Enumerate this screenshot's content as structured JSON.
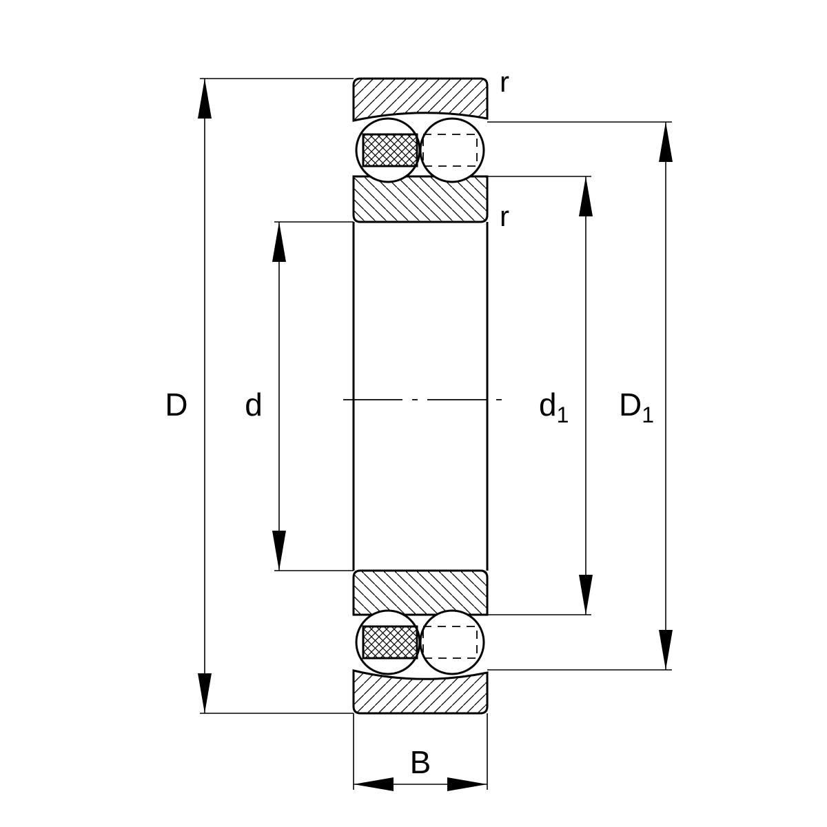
{
  "diagram": {
    "type": "self-aligning ball bearing cross-section",
    "line_color": "#000000",
    "background": "#ffffff"
  },
  "labels": {
    "D": "D",
    "d": "d",
    "d1_base": "d",
    "d1_sub": "1",
    "D1_base": "D",
    "D1_sub": "1",
    "B": "B",
    "r_top": "r",
    "r_bottom": "r"
  }
}
